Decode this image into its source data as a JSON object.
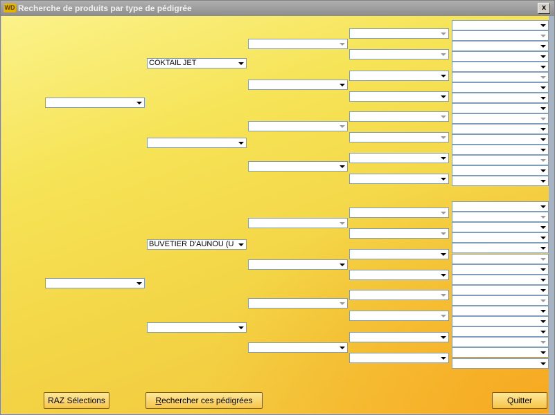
{
  "window": {
    "title": "Recherche de produits par type de pédigrée",
    "app_icon": "WD",
    "close_label": "x"
  },
  "combos": [
    {
      "id": "c1-1",
      "value": ""
    },
    {
      "id": "c1-2",
      "value": ""
    },
    {
      "id": "c2-1",
      "value": "COKTAIL JET"
    },
    {
      "id": "c2-2",
      "value": ""
    },
    {
      "id": "c2-3",
      "value": "BUVETIER D'AUNOU (U"
    },
    {
      "id": "c2-4",
      "value": ""
    }
  ],
  "buttons": {
    "raz": "RAZ Sélections",
    "rechercher_first": "R",
    "rechercher_rest": "echercher ces pédigrées",
    "quitter": "Quitter"
  }
}
